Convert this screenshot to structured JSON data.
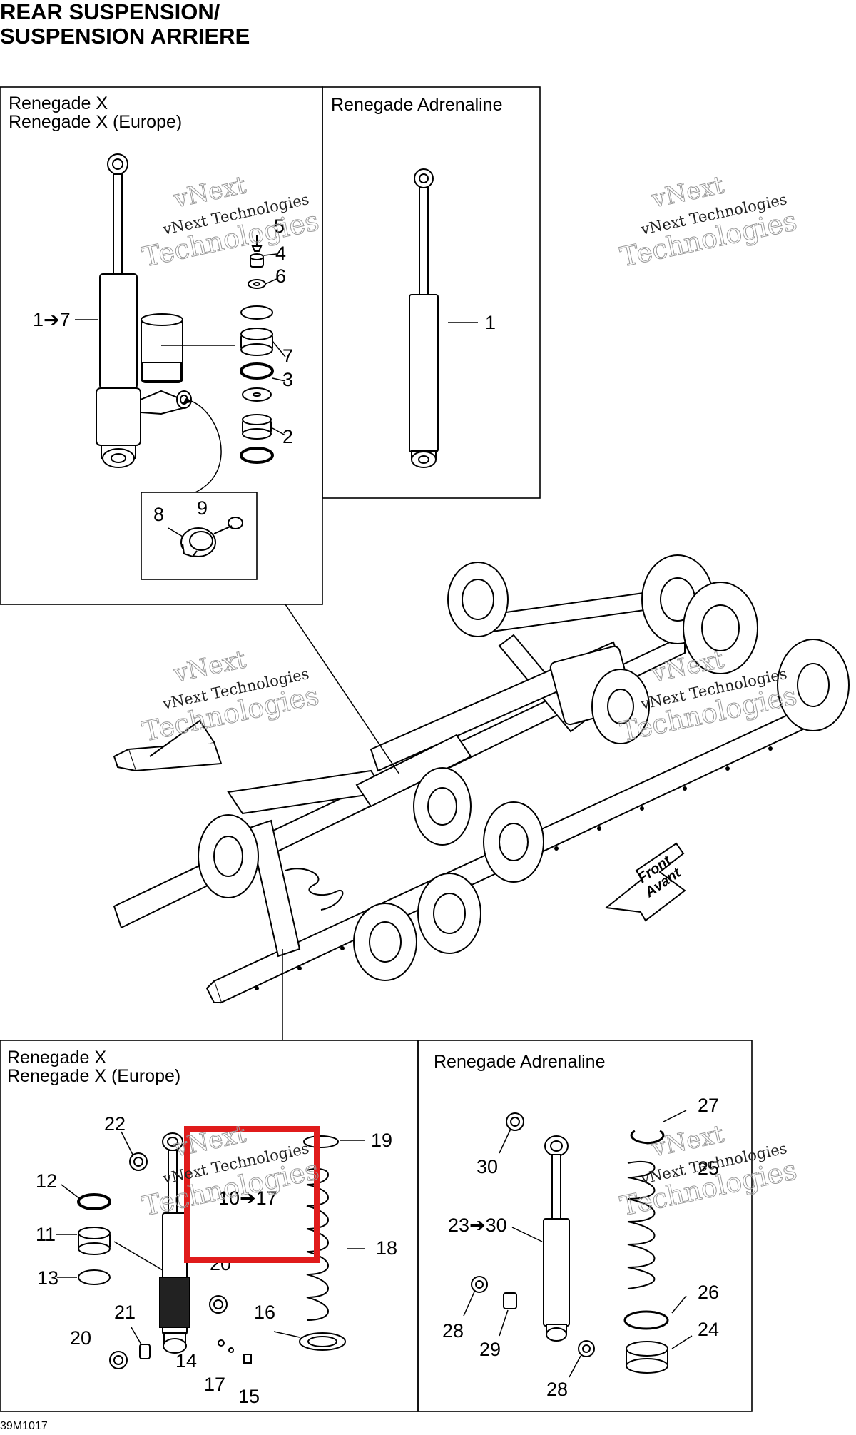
{
  "title": {
    "line1": "REAR SUSPENSION/",
    "line2": "SUSPENSION ARRIERE"
  },
  "diagram_code": "39M1017",
  "watermark": {
    "line1": "vNext",
    "line2": "vNext Technologies",
    "line3": "Technologies"
  },
  "front_label": {
    "line1": "Front",
    "line2": "Avant"
  },
  "panels": {
    "top_left": {
      "line1": "Renegade X",
      "line2": "Renegade X (Europe)"
    },
    "top_right": {
      "line1": "Renegade Adrenaline"
    },
    "bottom_left": {
      "line1": "Renegade X",
      "line2": "Renegade X (Europe)"
    },
    "bottom_right": {
      "line1": "Renegade Adrenaline"
    }
  },
  "callouts": {
    "tl_1to7": "1➔7",
    "tl_5": "5",
    "tl_4": "4",
    "tl_6": "6",
    "tl_7": "7",
    "tl_3": "3",
    "tl_2": "2",
    "tl_8": "8",
    "tl_9": "9",
    "tr_1": "1",
    "bl_22": "22",
    "bl_19": "19",
    "bl_12": "12",
    "bl_10to17": "10➔17",
    "bl_11": "11",
    "bl_18": "18",
    "bl_13": "13",
    "bl_20a": "20",
    "bl_21": "21",
    "bl_16": "16",
    "bl_20b": "20",
    "bl_14": "14",
    "bl_17": "17",
    "bl_15": "15",
    "br_27": "27",
    "br_30a": "30",
    "br_25": "25",
    "br_23to30": "23➔30",
    "br_26": "26",
    "br_28a": "28",
    "br_29": "29",
    "br_24": "24",
    "br_28b": "28"
  },
  "highlight_color": "#e01b1b"
}
